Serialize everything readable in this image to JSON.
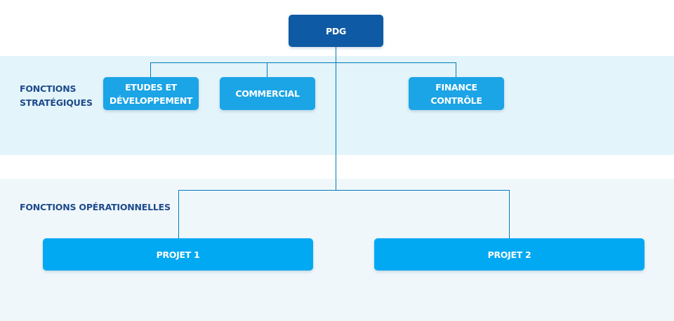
{
  "diagram": {
    "root": {
      "label": "PDG"
    },
    "strategic": {
      "label": "FONCTIONS\nSTRATÉGIQUES",
      "nodes": [
        {
          "label": "ETUDES ET\nDÉVELOPPEMENT"
        },
        {
          "label": "COMMERCIAL"
        },
        {
          "label": "FINANCE CONTRÔLE"
        }
      ]
    },
    "operational": {
      "label": "FONCTIONS OPÉRATIONNELLES",
      "nodes": [
        {
          "label": "PROJET 1"
        },
        {
          "label": "PROJET 2"
        }
      ]
    }
  },
  "colors": {
    "root_fill": "#0f5aa4",
    "strategic_fill": "#1ba4e6",
    "operational_fill": "#00a9f2",
    "strategic_band": "#e3f4fb",
    "operational_band": "#f0f7fb",
    "label_text": "#1d4a8a",
    "connector": "#007bb8"
  }
}
